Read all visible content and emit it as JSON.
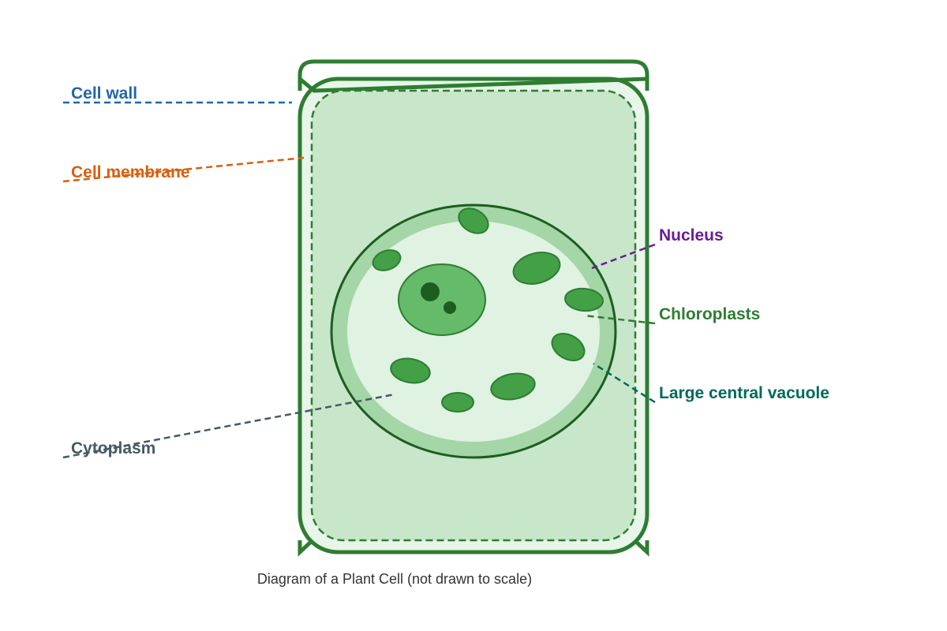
{
  "caption": "Diagram of a Plant Cell (not drawn to scale)",
  "labels": {
    "cell_wall": "Cell wall",
    "cell_membrane": "Cell membrane",
    "cytoplasm": "Cytoplasm",
    "nucleus": "Nucleus",
    "chloroplasts": "Chloroplasts",
    "vacuole": "Large central vacuole"
  },
  "colors": {
    "cell_wall": "#2166ac",
    "cell_membrane": "#d95f0e",
    "cytoplasm": "#455a64",
    "nucleus": "#6a1b9a",
    "chloroplasts": "#2e7d32",
    "vacuole": "#00695c",
    "wall_stroke": "#2e7d32",
    "cytoplasm_fill": "#c8e6c9",
    "vacuole_fill": "#e0f2e1",
    "chloroplast_fill": "#43a047",
    "nucleus_fill": "#66bb6a"
  }
}
